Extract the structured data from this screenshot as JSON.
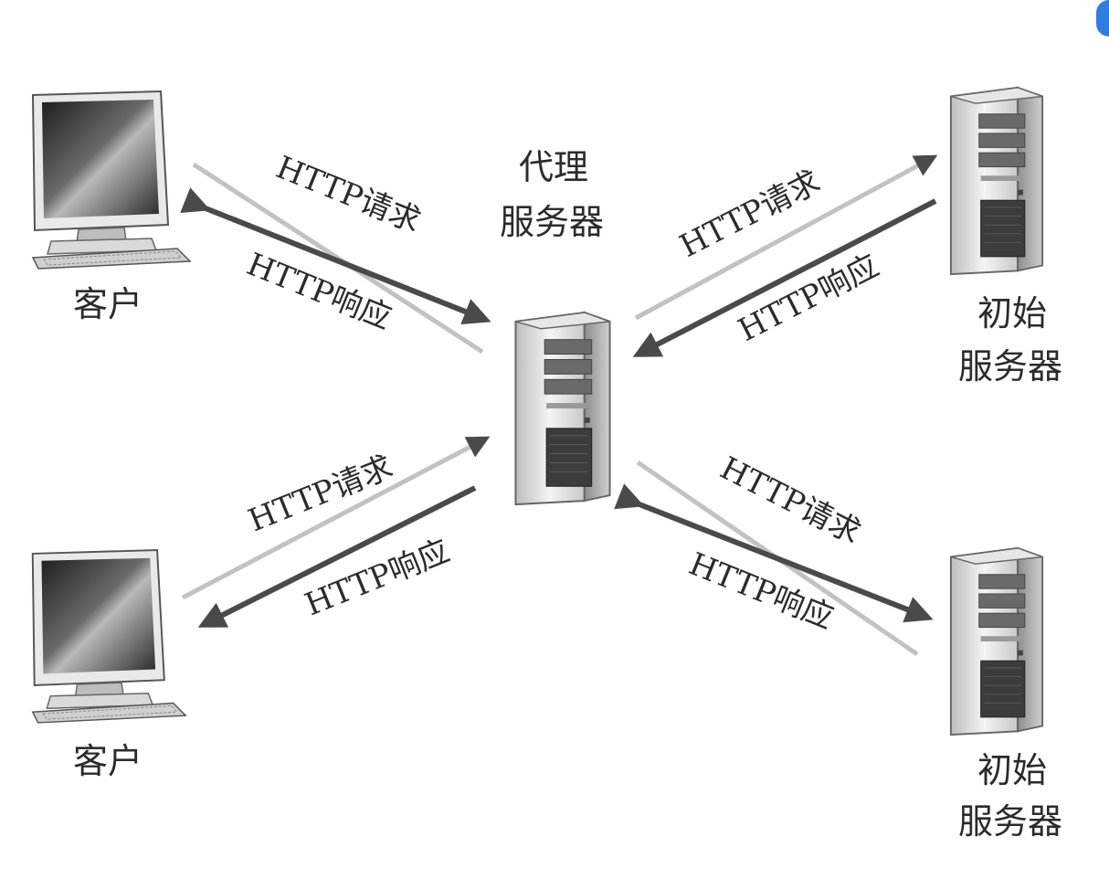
{
  "nodes": {
    "proxy": {
      "label_line1": "代理",
      "label_line2": "服务器"
    },
    "client_top": {
      "label": "客户"
    },
    "client_bottom": {
      "label": "客户"
    },
    "origin_top": {
      "label_line1": "初始",
      "label_line2": "服务器"
    },
    "origin_bottom": {
      "label_line1": "初始",
      "label_line2": "服务器"
    }
  },
  "messages": {
    "request": "HTTP请求",
    "response": "HTTP响应"
  },
  "colors": {
    "arrow": "#4a4a4a",
    "faint_line": "#c2c2c2",
    "corner_badge": "#2f7de1"
  }
}
